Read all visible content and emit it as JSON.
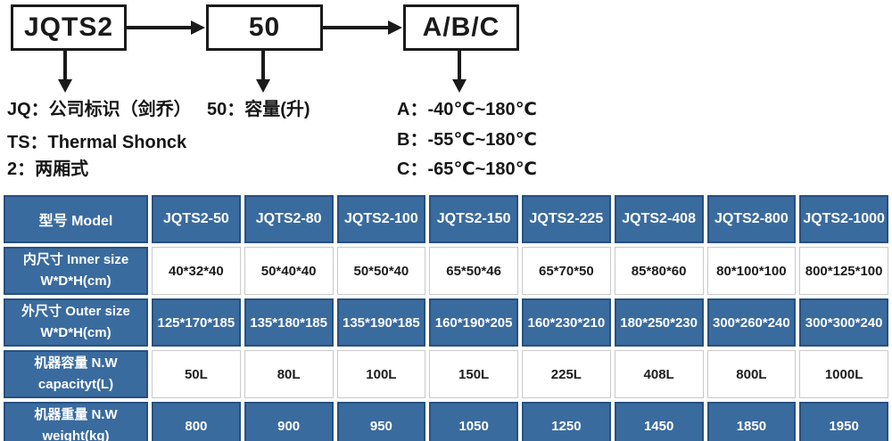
{
  "diagram": {
    "boxes": [
      {
        "label": "JQTS2"
      },
      {
        "label": "50"
      },
      {
        "label": "A/B/C"
      }
    ],
    "notes_left": [
      "JQ：公司标识（剑乔）",
      "TS：Thermal Shonck",
      "2：两厢式"
    ],
    "note_middle": "50：容量(升)",
    "notes_right": [
      "A：-40℃~180℃",
      "B：-55℃~180℃",
      "C：-65℃~180℃"
    ]
  },
  "table": {
    "header": [
      "型号 Model",
      "JQTS2-50",
      "JQTS2-80",
      "JQTS2-100",
      "JQTS2-150",
      "JQTS2-225",
      "JQTS2-408",
      "JQTS2-800",
      "JQTS2-1000"
    ],
    "rows": [
      {
        "label_cn": "内尺寸 Inner size",
        "label_sub": "W*D*H(cm)",
        "style": "light",
        "values": [
          "40*32*40",
          "50*40*40",
          "50*50*40",
          "65*50*46",
          "65*70*50",
          "85*80*60",
          "80*100*100",
          "800*125*100"
        ]
      },
      {
        "label_cn": "外尺寸 Outer size",
        "label_sub": "W*D*H(cm)",
        "style": "dark",
        "values": [
          "125*170*185",
          "135*180*185",
          "135*190*185",
          "160*190*205",
          "160*230*210",
          "180*250*230",
          "300*260*240",
          "300*300*240"
        ]
      },
      {
        "label_cn": "机器容量 N.W",
        "label_sub": "capacityt(L)",
        "style": "light",
        "values": [
          "50L",
          "80L",
          "100L",
          "150L",
          "225L",
          "408L",
          "800L",
          "1000L"
        ]
      },
      {
        "label_cn": "机器重量 N.W",
        "label_sub": "weight(kg)",
        "style": "dark",
        "values": [
          "800",
          "900",
          "950",
          "1050",
          "1250",
          "1450",
          "1850",
          "1950"
        ]
      }
    ],
    "colors": {
      "cell_blue": "#3A6B9E",
      "cell_border_blue": "#27507F",
      "light_cell_border": "#C9C9C9",
      "dark_text": "#1C1C1C",
      "arrow_black": "#1A1A1A"
    }
  }
}
